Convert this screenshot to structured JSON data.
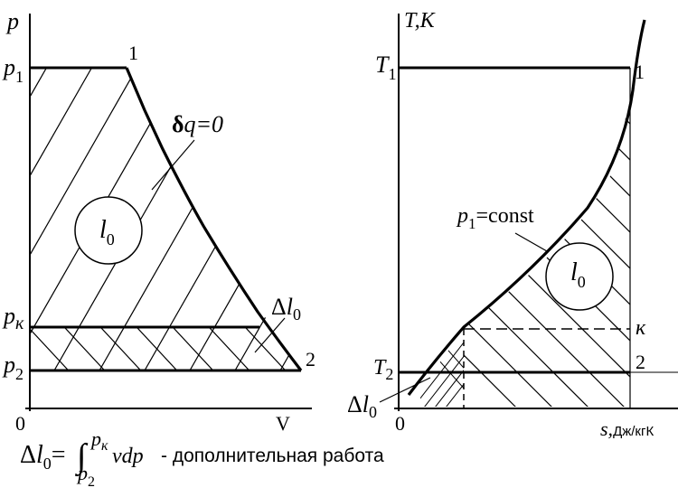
{
  "left_diagram": {
    "axis_y": "p",
    "axis_x": "V",
    "origin": "0",
    "p1_main": "p",
    "p1_sub": "1",
    "pk_main": "p",
    "pk_sub": "к",
    "p2_main": "p",
    "p2_sub": "2",
    "point_1": "1",
    "point_2": "2",
    "adiabat_delta": "δ",
    "adiabat_rest": "q=0",
    "l0_main": "l",
    "l0_sub": "0",
    "dl0_tri": "Δ",
    "dl0_main": "l",
    "dl0_sub": "0"
  },
  "right_diagram": {
    "axis_y": "T,K",
    "axis_x_s": "s,",
    "axis_x_unit": "Дж/кгК",
    "origin": "0",
    "t1_main": "T",
    "t1_sub": "1",
    "t2_main": "T",
    "t2_sub": "2",
    "point_1": "1",
    "point_k": "к",
    "point_2": "2",
    "isobar_p": "p",
    "isobar_sub": "1",
    "isobar_rest": "=const",
    "l0_main": "l",
    "l0_sub": "0",
    "dl0_tri": "Δ",
    "dl0_main": "l",
    "dl0_sub": "0"
  },
  "formula": {
    "tri": "Δ",
    "l": "l",
    "sub0": "0",
    "eq": "=",
    "integral": "∫",
    "upper_p": "p",
    "upper_k": "к",
    "lower_p": "p",
    "lower_2": "2",
    "vdp": "vdp",
    "caption": "- дополнительная работа"
  }
}
